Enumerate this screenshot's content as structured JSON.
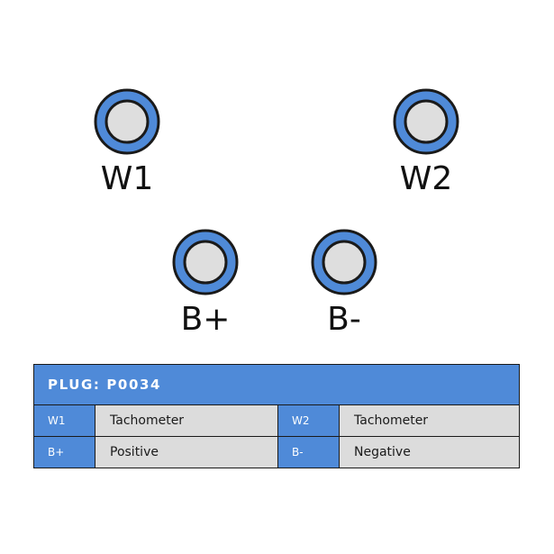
{
  "colors": {
    "ring": "#4f8ad8",
    "ring_outline": "#1a1a1a",
    "pin_fill": "#dedede",
    "header_bg": "#4f8ad8",
    "cell_bg": "#dcdcdc"
  },
  "terminals": [
    {
      "id": "w1",
      "label": "W1"
    },
    {
      "id": "w2",
      "label": "W2"
    },
    {
      "id": "bplus",
      "label": "B+"
    },
    {
      "id": "bminus",
      "label": "B-"
    }
  ],
  "plug": {
    "title": "PLUG: P0034",
    "rows": [
      [
        {
          "pin": "W1",
          "function": "Tachometer"
        },
        {
          "pin": "W2",
          "function": "Tachometer"
        }
      ],
      [
        {
          "pin": "B+",
          "function": "Positive"
        },
        {
          "pin": "B-",
          "function": "Negative"
        }
      ]
    ]
  }
}
